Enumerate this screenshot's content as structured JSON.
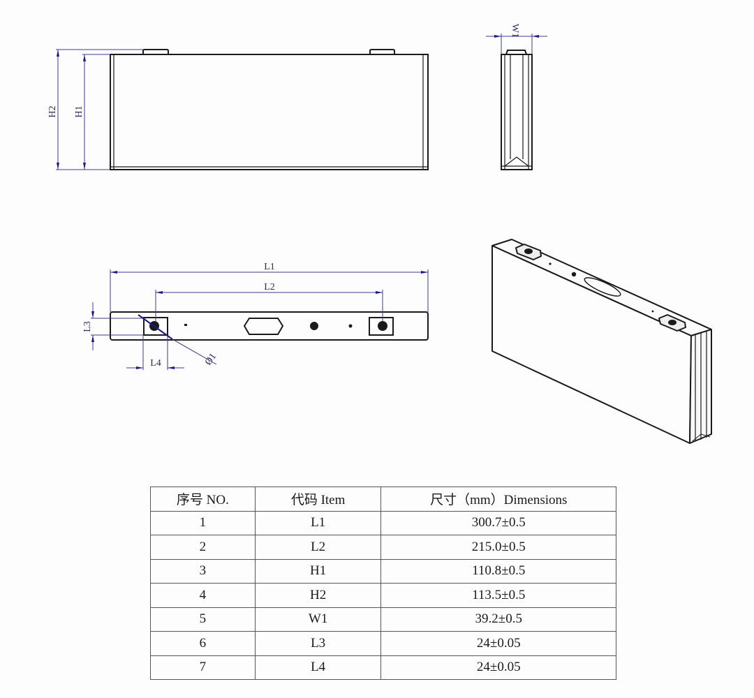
{
  "drawing": {
    "front_view": {
      "labels": {
        "h1": "H1",
        "h2": "H2"
      }
    },
    "side_view": {
      "labels": {
        "w1": "W1"
      }
    },
    "top_view": {
      "labels": {
        "l1": "L1",
        "l2": "L2",
        "l3": "L3",
        "l4": "L4",
        "d1": "Ø1"
      }
    },
    "isometric_view": {}
  },
  "table": {
    "headers": [
      "序号 NO.",
      "代码 Item",
      "尺寸（mm）Dimensions"
    ],
    "rows": [
      {
        "no": "1",
        "item": "L1",
        "dimension": "300.7±0.5"
      },
      {
        "no": "2",
        "item": "L2",
        "dimension": "215.0±0.5"
      },
      {
        "no": "3",
        "item": "H1",
        "dimension": "110.8±0.5"
      },
      {
        "no": "4",
        "item": "H2",
        "dimension": "113.5±0.5"
      },
      {
        "no": "5",
        "item": "W1",
        "dimension": "39.2±0.5"
      },
      {
        "no": "6",
        "item": "L3",
        "dimension": "24±0.05"
      },
      {
        "no": "7",
        "item": "L4",
        "dimension": "24±0.05"
      }
    ]
  },
  "colors": {
    "outline": "#1a1a1a",
    "dimension_line": "#3a3a8a",
    "arrow": "#1a1a8a",
    "table_border": "#555555"
  }
}
